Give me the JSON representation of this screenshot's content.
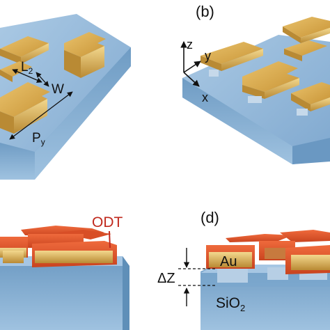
{
  "panels": {
    "b": {
      "label": "(b)"
    },
    "d": {
      "label": "(d)"
    }
  },
  "dimensions": {
    "l2": {
      "main": "L",
      "sub": "2"
    },
    "w": {
      "main": "W"
    },
    "py": {
      "main": "P",
      "sub": "y"
    }
  },
  "axes": {
    "z": "z",
    "y": "y",
    "x": "x"
  },
  "annotations": {
    "odt": "ODT",
    "au": "Au",
    "delta_z": "ΔZ",
    "sio2": {
      "main": "SiO",
      "sub": "2"
    }
  },
  "colors": {
    "substrate": "#8fb5d6",
    "substrate_dark": "#5f8fb8",
    "gold": "#d9a84a",
    "gold_dark": "#a8782a",
    "odt": "#e0522a",
    "odt_label": "#c0281c",
    "spacer": "#c6d9ea"
  }
}
